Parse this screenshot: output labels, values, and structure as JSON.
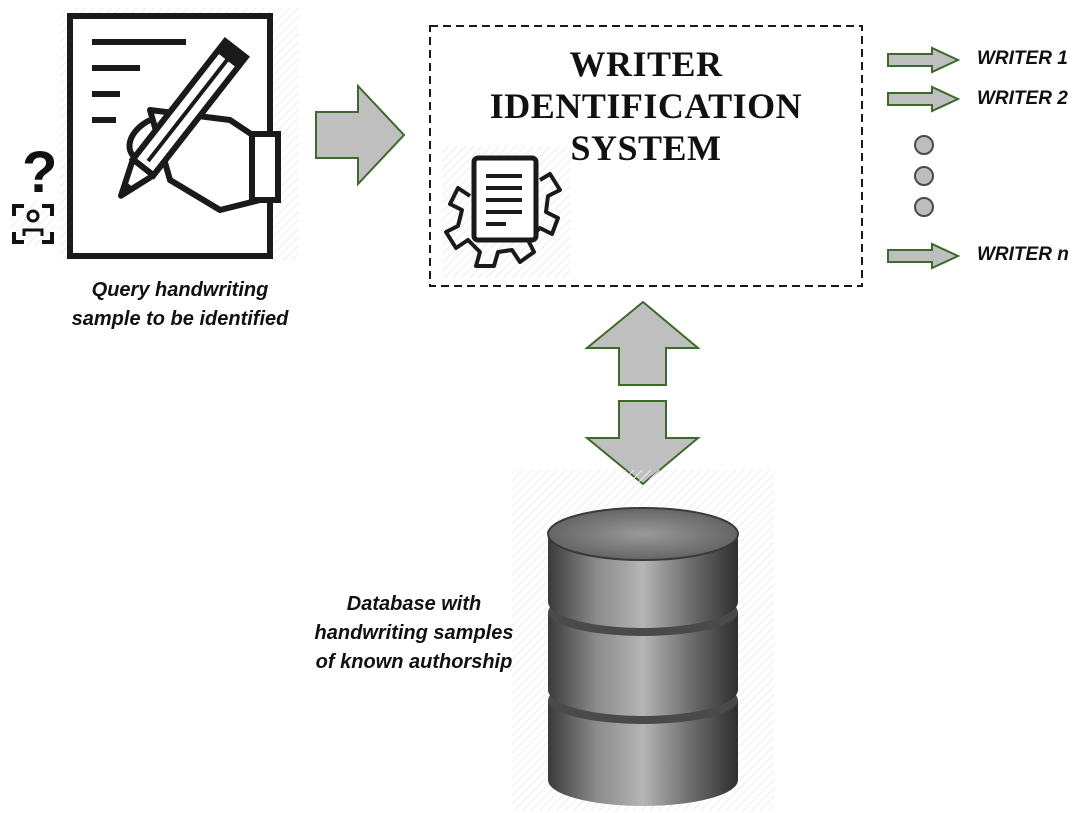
{
  "query": {
    "caption_line1": "Query handwriting",
    "caption_line2": "sample to be identified",
    "question_mark": "?"
  },
  "system": {
    "title_line1": "WRITER",
    "title_line2": "IDENTIFICATION",
    "title_line3": "SYSTEM"
  },
  "outputs": {
    "writer1": "WRITER 1",
    "writer2": "WRITER 2",
    "writern": "WRITER n"
  },
  "database": {
    "caption_line1": "Database with",
    "caption_line2": "handwriting samples",
    "caption_line3": "of known authorship"
  },
  "colors": {
    "arrow_fill": "#bfbfbf",
    "arrow_stroke": "#3c6a2a",
    "dot_fill": "#bdbdbd"
  }
}
